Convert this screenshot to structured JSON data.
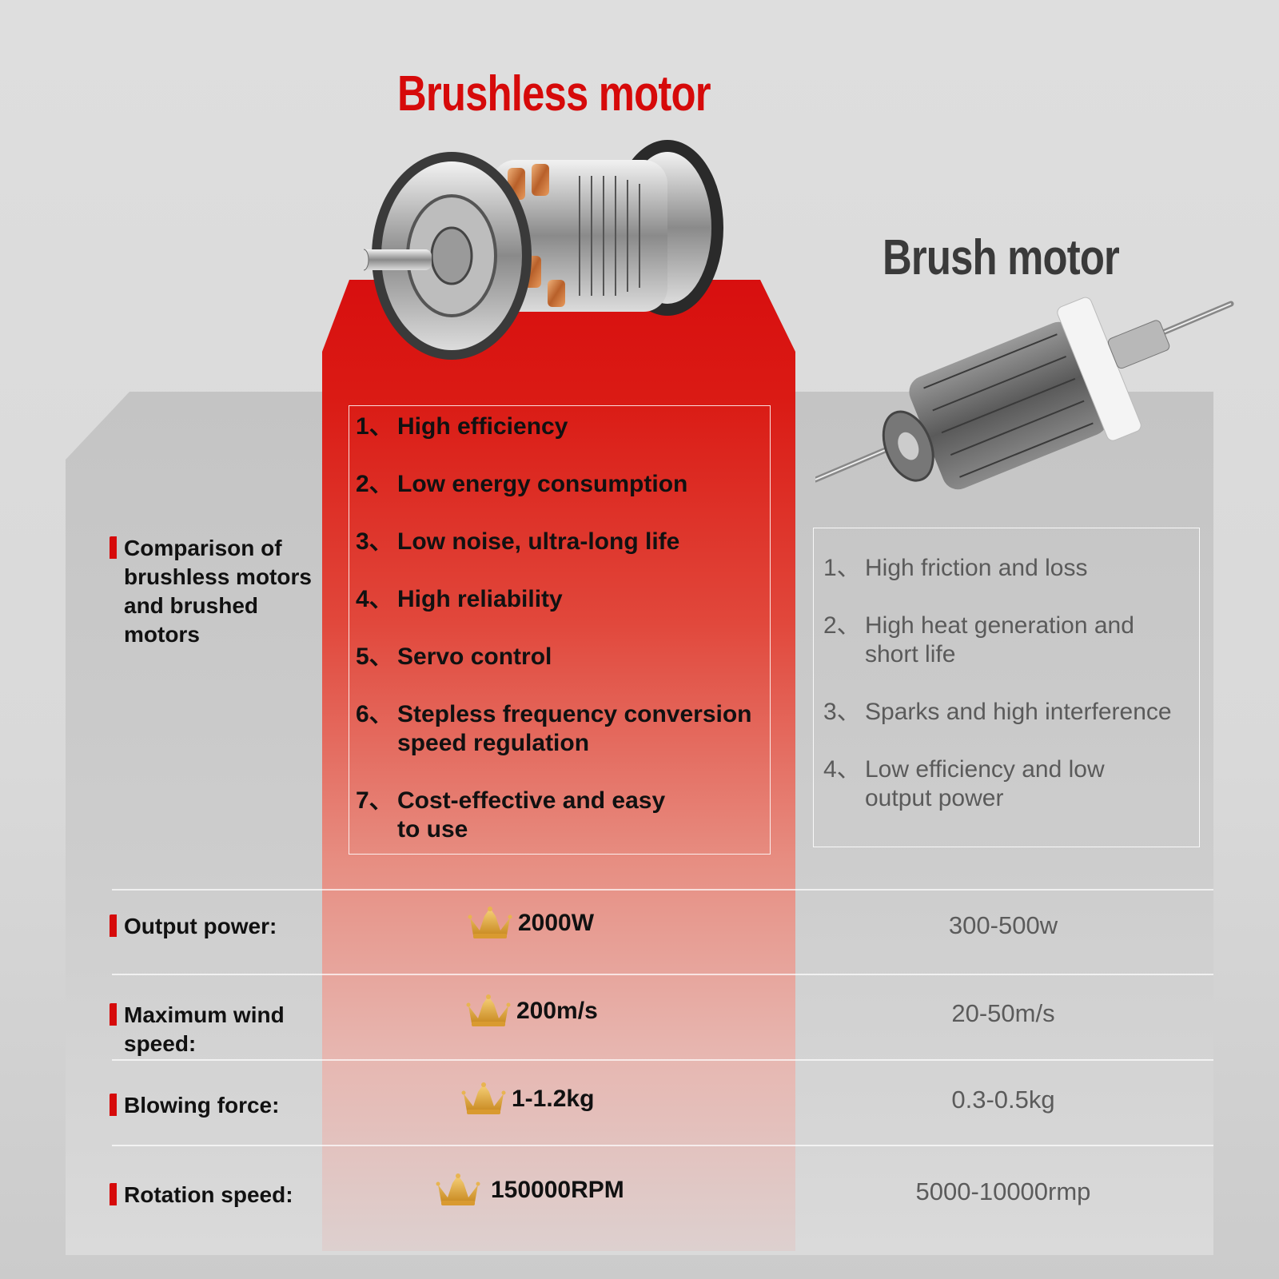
{
  "titles": {
    "brushless": "Brushless motor",
    "brush": "Brush motor"
  },
  "colors": {
    "accent_red": "#d60a0a",
    "brush_title": "#3a3a3a",
    "crown_gold": "#e2a93a"
  },
  "comparison_label": "Comparison of brushless motors and brushed motors",
  "brushless_features": [
    {
      "num": "1、",
      "text": "High efficiency"
    },
    {
      "num": "2、",
      "text": "Low energy consumption"
    },
    {
      "num": "3、",
      "text": "Low noise, ultra-long life"
    },
    {
      "num": "4、",
      "text": "High reliability"
    },
    {
      "num": "5、",
      "text": "Servo control"
    },
    {
      "num": "6、",
      "text": "Stepless frequency conversion speed regulation"
    },
    {
      "num": "7、",
      "text": "Cost-effective and easy to use"
    }
  ],
  "brush_features": [
    {
      "num": "1、",
      "text": "High friction and loss"
    },
    {
      "num": "2、",
      "text": "High heat generation and short life"
    },
    {
      "num": "3、",
      "text": "Sparks and high interference"
    },
    {
      "num": "4、",
      "text": "Low efficiency and low output power"
    }
  ],
  "specs": [
    {
      "label": "Output power:",
      "brushless": "2000W",
      "brush": "300-500w",
      "icon": "crown-icon"
    },
    {
      "label": "Maximum wind speed:",
      "brushless": "200m/s",
      "brush": "20-50m/s",
      "icon": "crown-icon"
    },
    {
      "label": "Blowing force:",
      "brushless": "1-1.2kg",
      "brush": "0.3-0.5kg",
      "icon": "crown-icon"
    },
    {
      "label": "Rotation speed:",
      "brushless": "150000RPM",
      "brush": "5000-10000rmp",
      "icon": "crown-icon"
    }
  ]
}
